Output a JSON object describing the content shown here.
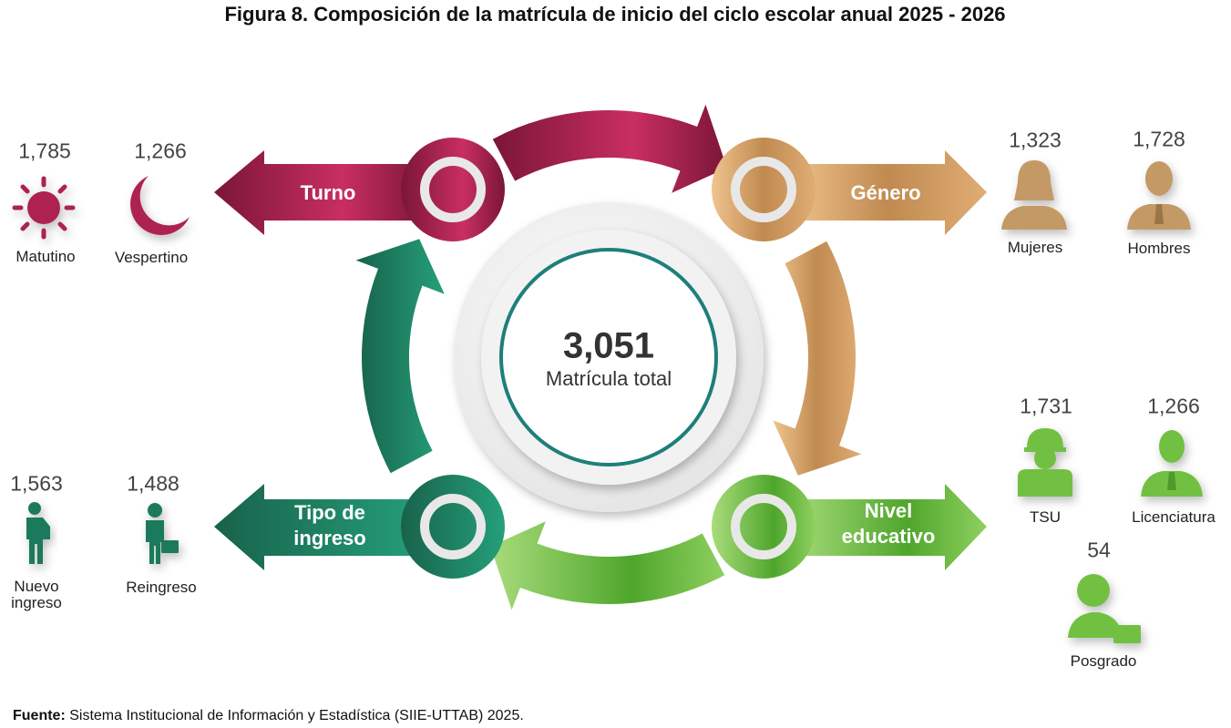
{
  "title": "Figura 8. Composición de la matrícula de inicio del ciclo escolar anual 2025 - 2026",
  "center": {
    "value": "3,051",
    "label": "Matrícula total"
  },
  "colors": {
    "turno": "#b0234f",
    "genero": "#c58f52",
    "nivel": "#6cbd45",
    "tipo": "#1d7a5c",
    "ring": "#1e7f7a"
  },
  "turno": {
    "label": "Turno",
    "items": [
      {
        "value": "1,785",
        "label": "Matutino",
        "icon": "sun-icon"
      },
      {
        "value": "1,266",
        "label": "Vespertino",
        "icon": "moon-icon"
      }
    ]
  },
  "genero": {
    "label": "Género",
    "items": [
      {
        "value": "1,323",
        "label": "Mujeres",
        "icon": "woman-icon"
      },
      {
        "value": "1,728",
        "label": "Hombres",
        "icon": "man-icon"
      }
    ]
  },
  "nivel": {
    "label_line1": "Nivel",
    "label_line2": "educativo",
    "items": [
      {
        "value": "1,731",
        "label": "TSU",
        "icon": "worker-icon"
      },
      {
        "value": "1,266",
        "label": "Licenciatura",
        "icon": "businessman-icon"
      },
      {
        "value": "54",
        "label": "Posgrado",
        "icon": "businesswoman-icon"
      }
    ]
  },
  "tipo": {
    "label_line1": "Tipo de",
    "label_line2": "ingreso",
    "items": [
      {
        "value": "1,563",
        "label_line1": "Nuevo",
        "label_line2": "ingreso",
        "icon": "student-icon"
      },
      {
        "value": "1,488",
        "label": "Reingreso",
        "icon": "briefcase-person-icon"
      }
    ]
  },
  "footer": {
    "bold": "Fuente:",
    "text": " Sistema Institucional de Información y Estadística (SIIE-UTTAB) 2025."
  }
}
